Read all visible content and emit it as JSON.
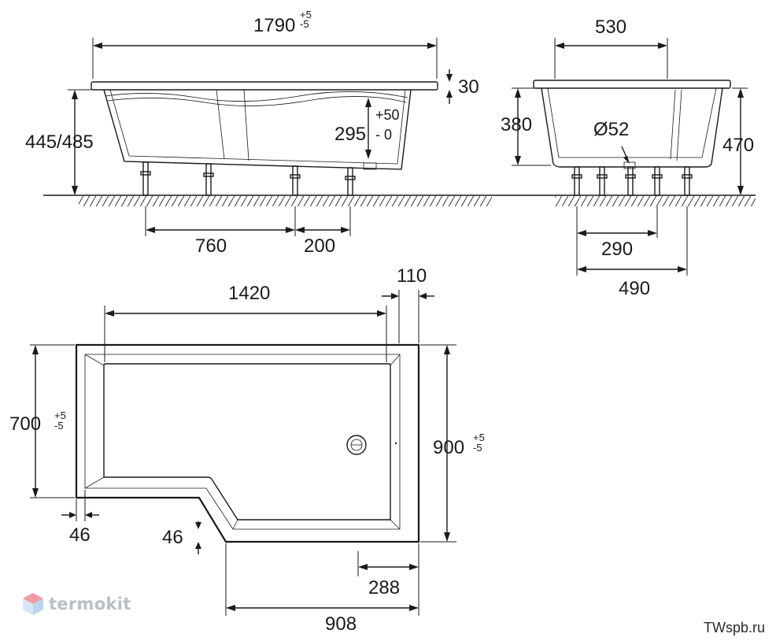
{
  "side_view": {
    "length": "1790",
    "length_tol_plus": "+5",
    "length_tol_minus": "-5",
    "rim": "30",
    "height": "445/485",
    "drain_height": "295",
    "drain_tol_plus": "+50",
    "drain_tol_minus": "- 0",
    "leg_spacing_a": "760",
    "leg_spacing_b": "200"
  },
  "end_view": {
    "width": "530",
    "depth": "380",
    "total_height": "470",
    "drain_diameter": "Ø52",
    "leg_spacing_a": "290",
    "leg_spacing_b": "490"
  },
  "top_view": {
    "length": "1420",
    "step": "110",
    "width_narrow": "700",
    "width_narrow_tol_plus": "+5",
    "width_narrow_tol_minus": "-5",
    "width_wide": "900",
    "width_wide_tol_plus": "+5",
    "width_wide_tol_minus": "-5",
    "rim_left": "46",
    "rim_front": "46",
    "corner_offset": "288",
    "wide_section_length": "908"
  },
  "watermark": {
    "brand": "termokit",
    "site": "TWspb.ru"
  }
}
